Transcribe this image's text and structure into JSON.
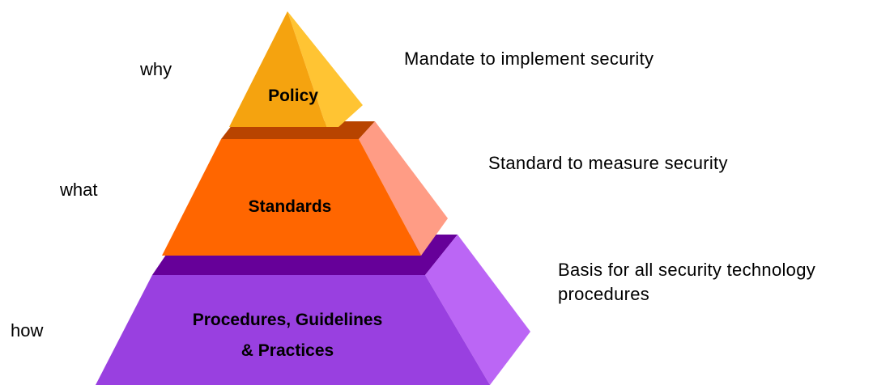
{
  "tiers": [
    {
      "id": "policy",
      "name": "Policy",
      "question": "why",
      "description": "Mandate to implement security",
      "colors": {
        "front": "#F5A30F",
        "side": "#FFC433",
        "top": "#F5A30F"
      }
    },
    {
      "id": "standards",
      "name": "Standards",
      "question": "what",
      "description": "Standard to measure security",
      "colors": {
        "front": "#FF6600",
        "side": "#FF9C85",
        "top": "#B84400"
      }
    },
    {
      "id": "procedures",
      "name_line1": "Procedures, Guidelines",
      "name_line2": "& Practices",
      "question": "how",
      "description_line1": "Basis for all security technology",
      "description_line2": "procedures",
      "colors": {
        "front": "#9940E0",
        "side": "#BB66F5",
        "top": "#660099"
      }
    }
  ]
}
